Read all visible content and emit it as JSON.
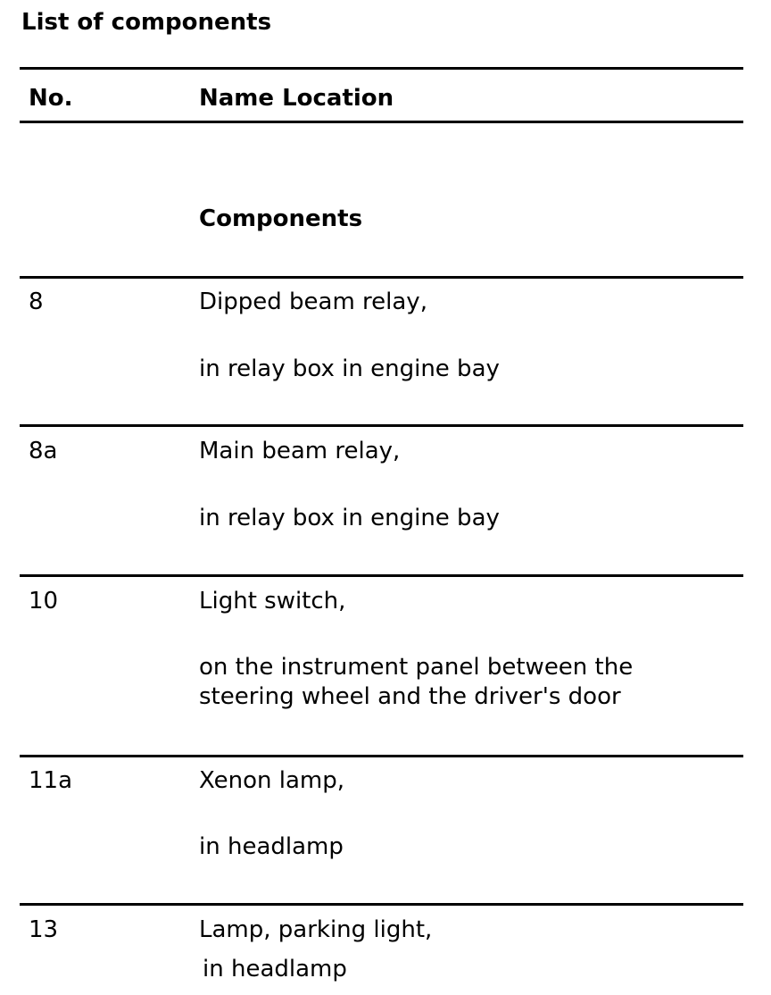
{
  "document": {
    "title": "List of components"
  },
  "table": {
    "header": {
      "no": "No.",
      "name_location": "Name Location"
    },
    "section_heading": "Components",
    "rows": [
      {
        "no": "8",
        "name": "Dipped beam relay,",
        "location": [
          "in relay box in engine bay"
        ]
      },
      {
        "no": "8a",
        "name": "Main beam relay,",
        "location": [
          "in relay box in engine bay"
        ]
      },
      {
        "no": "10",
        "name": "Light switch,",
        "location": [
          "on the instrument panel between the",
          "steering wheel and the driver's door"
        ]
      },
      {
        "no": "11a",
        "name": "Xenon lamp,",
        "location": [
          "in headlamp"
        ]
      },
      {
        "no": "13",
        "name": "Lamp, parking light,",
        "location": [
          "in headlamp"
        ]
      }
    ]
  }
}
